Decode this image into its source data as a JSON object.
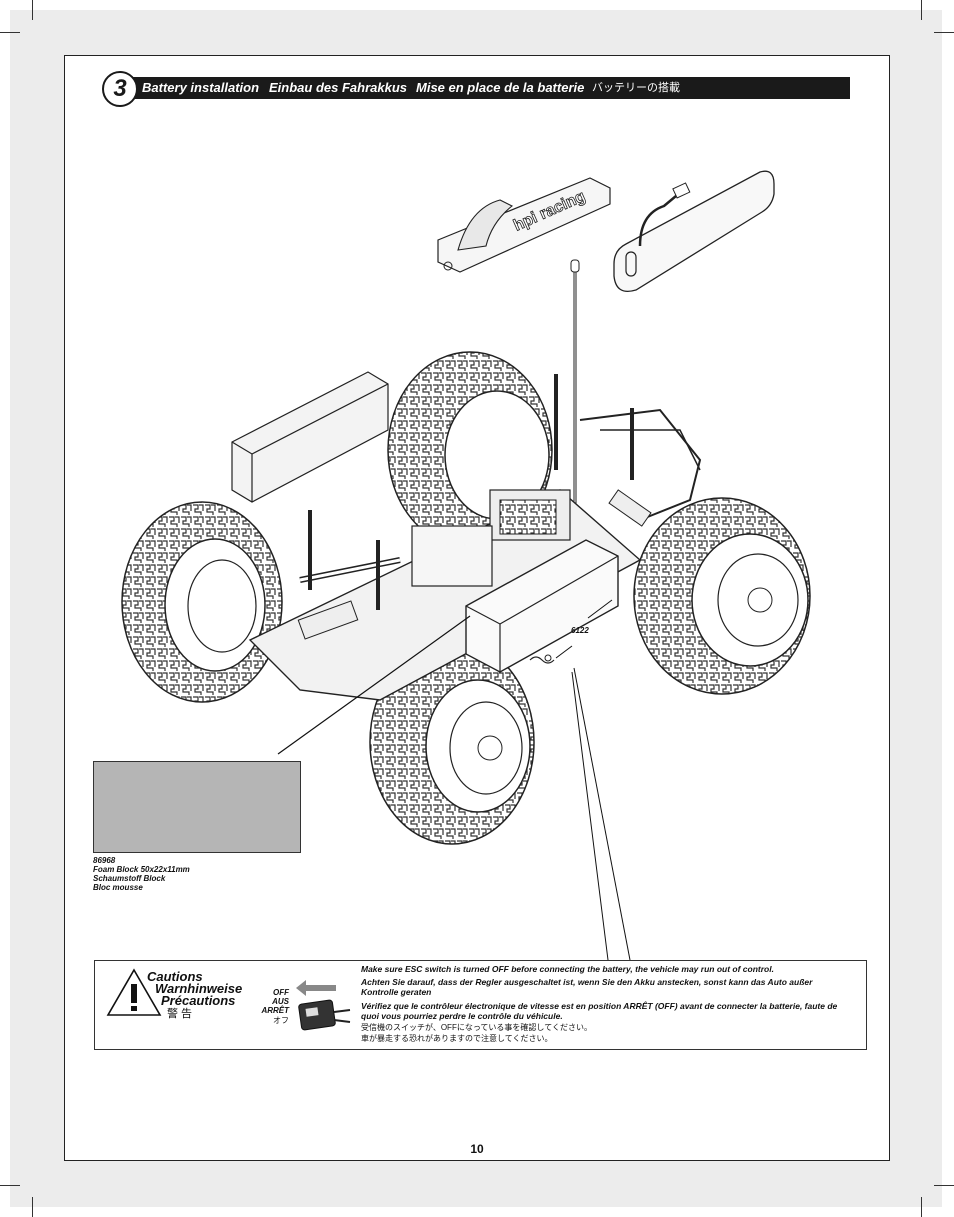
{
  "step": {
    "number": "3",
    "title_en": "Battery installation",
    "title_de": "Einbau des Fahrakkus",
    "title_fr": "Mise en place de la batterie",
    "title_jp": "バッテリーの搭載"
  },
  "parts": {
    "clip_part_number": "6122",
    "foam": {
      "number": "86968",
      "name_en": "Foam Block 50x22x11mm",
      "name_de": "Schaumstoff Block",
      "name_fr": "Bloc mousse"
    },
    "cover_logo": "hpi racing"
  },
  "caution": {
    "heading_en": "Cautions",
    "heading_de": "Warnhinweise",
    "heading_fr": "Précautions",
    "heading_jp": "警 告",
    "switch_off_en": "OFF",
    "switch_off_de": "AUS",
    "switch_off_fr": "ARRÊT",
    "switch_off_jp": "オフ",
    "text_en": "Make sure ESC switch is turned OFF before connecting the battery, the vehicle may run out of control.",
    "text_de": "Achten Sie darauf, dass der Regler ausgeschaltet ist, wenn Sie den Akku anstecken, sonst kann das Auto außer Kontrolle geraten",
    "text_fr": "Vérifiez que le contrôleur électronique de vitesse est en position ARRÊT (OFF) avant de connecter la batterie, faute de quoi vous pourriez perdre le contrôle du véhicule.",
    "text_jp_1": "受信機のスイッチが、OFFになっている事を確認してください。",
    "text_jp_2": "車が暴走する恐れがありますので注意してください。"
  },
  "page_number": "10",
  "colors": {
    "header_bar": "#1a1a1a",
    "foam": "#b5b5b5",
    "bleed": "#ececec"
  },
  "icons": [
    "warning-triangle-icon",
    "arrow-left-icon",
    "esc-switch-icon"
  ]
}
